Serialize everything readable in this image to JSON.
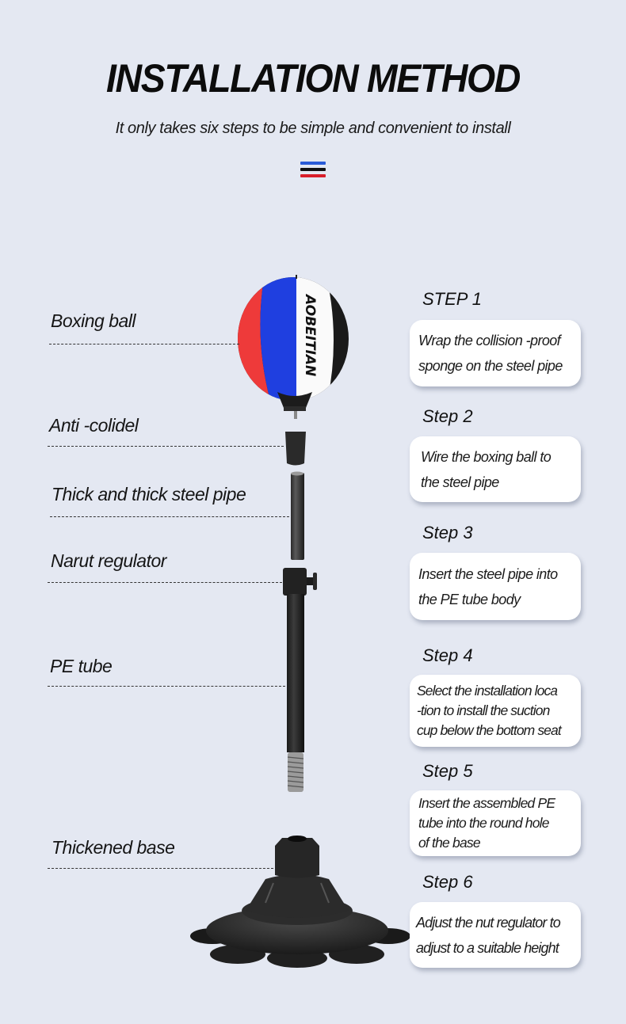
{
  "header": {
    "title": "INSTALLATION METHOD",
    "subtitle": "It only takes six steps to be simple and convenient to install",
    "divider_colors": [
      "#2a5bd7",
      "#111111",
      "#d81e2a"
    ]
  },
  "product": {
    "brand_text": "AOBEITIAN",
    "ball_colors": {
      "red": "#ee3a3a",
      "blue": "#1f3fe0",
      "white": "#ffffff",
      "black": "#1a1a1a"
    }
  },
  "parts": [
    {
      "label": "Boxing ball"
    },
    {
      "label": "Anti -colidel"
    },
    {
      "label": "Thick and thick steel pipe"
    },
    {
      "label": "Narut regulator"
    },
    {
      "label": "PE tube"
    },
    {
      "label": "Thickened base"
    }
  ],
  "steps": [
    {
      "title": "STEP 1",
      "text": "Wrap the collision -proof\nsponge on the steel pipe"
    },
    {
      "title": "Step 2",
      "text": "Wire the boxing ball to\nthe steel pipe"
    },
    {
      "title": "Step 3",
      "text": "Insert the steel pipe into\nthe PE tube body"
    },
    {
      "title": "Step 4",
      "text": "Select the installation loca\n-tion to install the suction\ncup below the bottom seat"
    },
    {
      "title": "Step 5",
      "text": "Insert the assembled PE\ntube into the round hole\nof the base"
    },
    {
      "title": "Step 6",
      "text": "Adjust the nut regulator to\nadjust to a suitable height"
    }
  ]
}
